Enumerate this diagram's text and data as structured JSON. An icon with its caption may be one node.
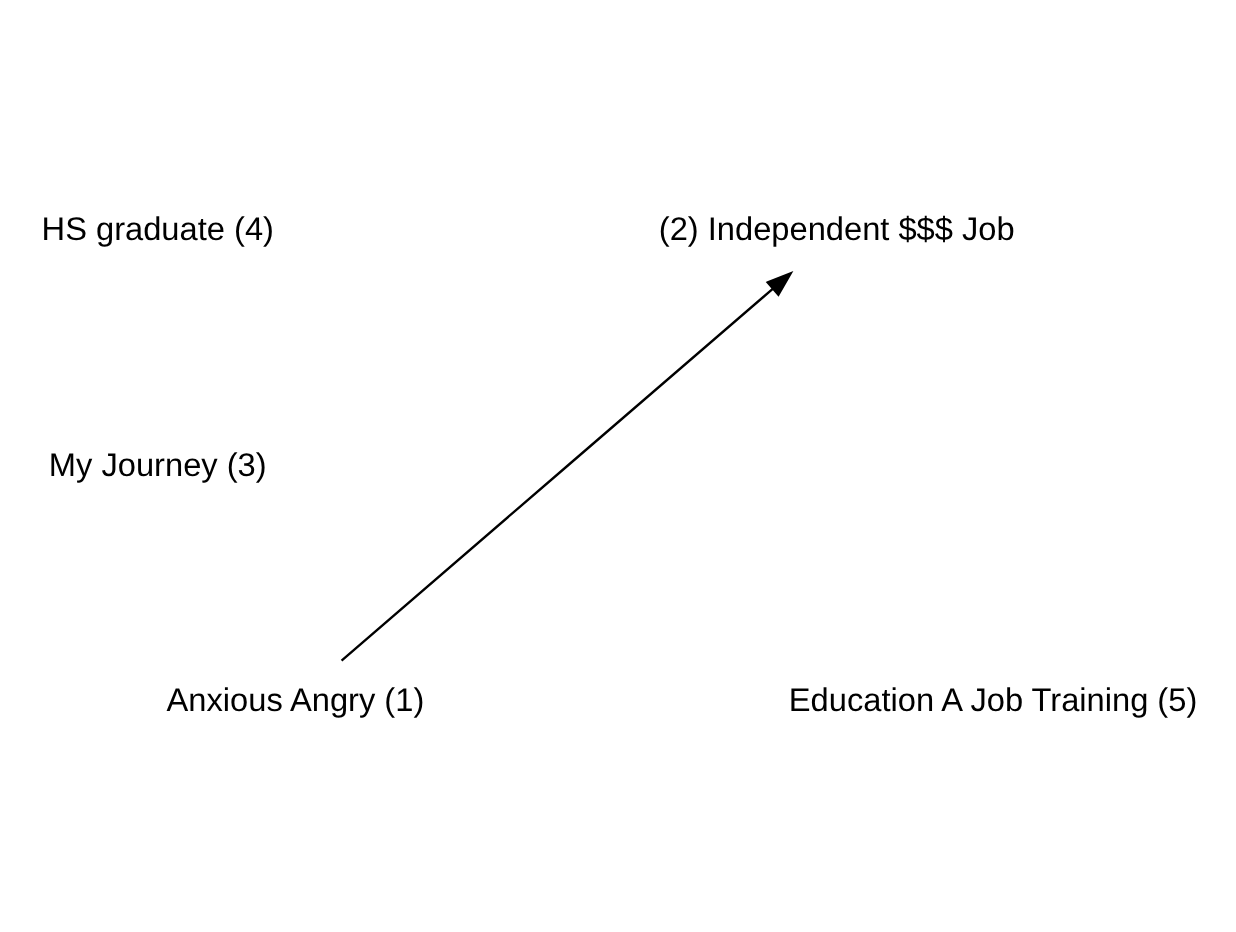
{
  "diagram": {
    "nodes": [
      {
        "text": [
          "Anxious Angry (1)"
        ]
      },
      {
        "text": [
          "(2) Independent $$$ Job"
        ]
      }
    ],
    "edges": [
      {
        "from": 0,
        "to": 1,
        "arrow": "to"
      }
    ],
    "labels": [
      "HS graduate (4)",
      "My Journey (3)",
      "Education A Job Training (5)"
    ]
  }
}
